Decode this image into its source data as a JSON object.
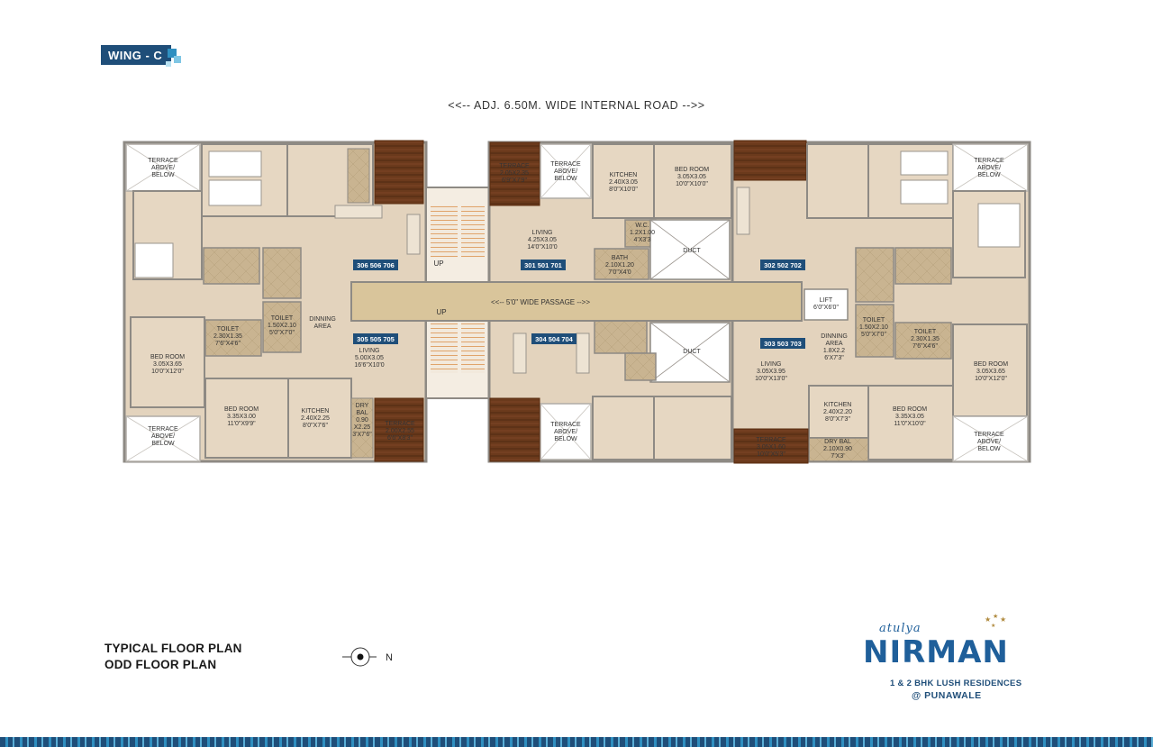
{
  "wing_label": "WING - C",
  "road_label": "<<-- ADJ. 6.50M. WIDE INTERNAL ROAD -->>",
  "passage_label": "<<-- 5'0\" WIDE PASSAGE -->>",
  "plan_titles": [
    "TYPICAL FLOOR PLAN",
    "ODD FLOOR PLAN"
  ],
  "compass_label": "N",
  "brand": {
    "script": "atulya",
    "name": "NIRMAN",
    "tagline": "1 & 2 BHK LUSH RESIDENCES",
    "location": "@ PUNAWALE"
  },
  "unit_tags": {
    "u306": "306 506 706",
    "u305": "305 505 705",
    "u301": "301 501 701",
    "u304": "304 504 704",
    "u302": "302 502 702",
    "u303": "303 503 703"
  },
  "rooms": {
    "terrace_tl": [
      "TERRACE",
      "ABOVE/",
      "BELOW"
    ],
    "terrace_bl": [
      "TERRACE",
      "ABOVE/",
      "BELOW"
    ],
    "terrace_tm": [
      "TERRACE",
      "ABOVE/",
      "BELOW"
    ],
    "terrace_bm": [
      "TERRACE",
      "ABOVE/",
      "BELOW"
    ],
    "terrace_tr": [
      "TERRACE",
      "ABOVE/",
      "BELOW"
    ],
    "terrace_br": [
      "TERRACE",
      "ABOVE/",
      "BELOW"
    ],
    "terrace_301": [
      "TERRACE",
      "2.05X2.35",
      "6'9\"X7'9\""
    ],
    "kitchen_301": [
      "KITCHEN",
      "2.40X3.05",
      "8'0\"X10'0\""
    ],
    "bed_301": [
      "BED ROOM",
      "3.05X3.05",
      "10'0\"X10'0\""
    ],
    "living_301": [
      "LIVING",
      "4.25X3.05",
      "14'0\"X10'0"
    ],
    "wc_301": [
      "W.C.",
      "1.2X1.00",
      "4'X3'3"
    ],
    "bath_301": [
      "BATH",
      "2.10X1.20",
      "7'0\"X4'0"
    ],
    "duct_top": "DUCT",
    "duct_bottom": "DUCT",
    "lift": [
      "LIFT",
      "6'0\"X6'0\""
    ],
    "stair_up_top": "UP",
    "stair_up_bottom": "UP",
    "toilet_305a": [
      "TOILET",
      "2.30X1.35",
      "7'6\"X4'6\""
    ],
    "toilet_305b": [
      "TOILET",
      "1.50X2.10",
      "5'0\"X7'0\""
    ],
    "dining_305": [
      "DINNING",
      "AREA"
    ],
    "bed_305a": [
      "BED ROOM",
      "3.05X3.65",
      "10'0\"X12'0\""
    ],
    "bed_305b": [
      "BED ROOM",
      "3.35X3.00",
      "11'0\"X9'9\""
    ],
    "kitchen_305": [
      "KITCHEN",
      "2.40X2.25",
      "8'0\"X7'6\""
    ],
    "drybal_305": [
      "DRY",
      "BAL",
      "0.90",
      "X2.25",
      "3'X7'6\""
    ],
    "living_305": [
      "LIVING",
      "5.00X3.05",
      "16'6\"X10'0"
    ],
    "terrace_305": [
      "TERRACE",
      "2.00X2.55",
      "6'6\"X8'3\""
    ],
    "living_303": [
      "LIVING",
      "3.05X3.95",
      "10'0\"X13'0\""
    ],
    "dining_303": [
      "DINNING",
      "AREA",
      "1.8X2.2",
      "6'X7'3\""
    ],
    "toilet_303a": [
      "TOILET",
      "1.50X2.10",
      "5'0\"X7'0\""
    ],
    "toilet_303b": [
      "TOILET",
      "2.30X1.35",
      "7'6\"X4'6\""
    ],
    "bed_303a": [
      "BED ROOM",
      "3.05X3.65",
      "10'0\"X12'0\""
    ],
    "kitchen_303": [
      "KITCHEN",
      "2.40X2.20",
      "8'0\"X7'3\""
    ],
    "bed_303b": [
      "BED ROOM",
      "3.35X3.05",
      "11'0\"X10'0\""
    ],
    "drybal_303": [
      "DRY BAL",
      "2.10X0.90",
      "7'X3'"
    ],
    "terrace_303": [
      "TERRACE",
      "3.05X1.60",
      "10'0\"X5'3\""
    ]
  },
  "colors": {
    "floor": "#e3d3bd",
    "wall": "#8e8a84",
    "wood": "#6b3a1c",
    "passage": "#d9c59b",
    "accent": "#1f4e79"
  }
}
